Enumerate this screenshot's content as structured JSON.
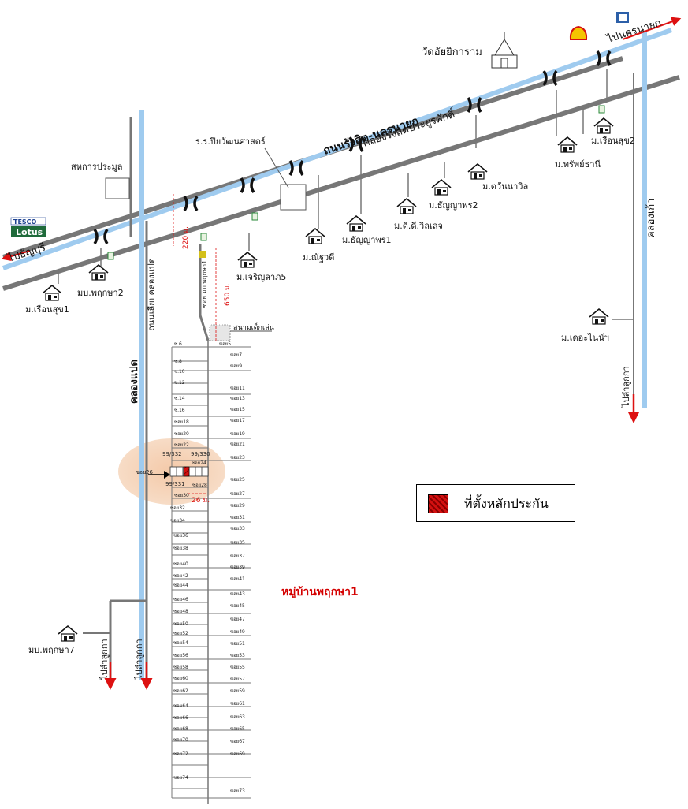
{
  "roads": {
    "main_highway": "ถนนรังสิต-นครนายก",
    "canal_main": "คลองรังสิตประยูรศักดิ์",
    "khlong_paet": "คลองแปด",
    "khlong_kao": "คลองเก้า",
    "khlong_paet_road": "ถนนเลียบคลองแปด",
    "soi_entry": "ซอย มบ.พฤกษา1"
  },
  "directions": {
    "to_nakhon_nayok": "ไปนครนายก",
    "to_thanyaburi": "ไปธัญบุรี",
    "to_lam_luk_ka_1": "ไปลำลูกกา",
    "to_lam_luk_ka_2": "ไปลำลูกกา",
    "to_lam_luk_ka_3": "ไปลำลูกกา"
  },
  "landmarks": {
    "temple": "วัดอัยยิการาม",
    "school": "ร.ร.ปิยวัฒนศาสตร์",
    "cooperative": "สหการประมูล",
    "playground": "สนามเด็กเล่น",
    "tesco_top": "TESCO",
    "tesco_bottom": "Lotus",
    "shell": "Shell"
  },
  "villages": {
    "ruen_suk1": "ม.เรือนสุข1",
    "pruksa2": "มบ.พฤกษา2",
    "charoenlap5": "ม.เจริญลาภ5",
    "nattha": "ม.ณัฐวดี",
    "thanya1": "ม.ธัญญาพร1",
    "dd_village": "ม.ดี.ดี.วิลเลจ",
    "thanya2": "ม.ธัญญาพร2",
    "tawan": "ม.ตวันนาวิล",
    "sap_thani": "ม.ทรัพย์ธานี",
    "ruen_suk2": "ม.เรือนสุข2",
    "the_nine": "ม.เดอะไนน์ฯ",
    "pruksa7": "มบ.พฤกษา7"
  },
  "distances": {
    "d220": "220 ม.",
    "d650": "650 ม.",
    "d26": "26 ม."
  },
  "plots": {
    "p332": "99/332",
    "p330": "99/330",
    "p331": "99/331",
    "soi24": "ซอย24",
    "soi26": "ซอย26"
  },
  "soi_left": [
    "ซ.6",
    "ซ.8",
    "ซ.10",
    "ซ.12",
    "ซ.14",
    "ซ.16",
    "ซอย18",
    "ซอย20",
    "ซอย22",
    "ซอย24",
    "ซอย26",
    "ซอย28",
    "ซอย30",
    "ซอย32",
    "ซอย34",
    "ซอย36",
    "ซอย38",
    "ซอย40",
    "ซอย42",
    "ซอย44",
    "ซอย46",
    "ซอย48",
    "ซอย50",
    "ซอย52",
    "ซอย54",
    "ซอย56",
    "ซอย58",
    "ซอย60",
    "ซอย62",
    "ซอย64",
    "ซอย66",
    "ซอย68",
    "ซอย70",
    "ซอย72",
    "ซอย74"
  ],
  "soi_right": [
    "ซอย5",
    "ซอย7",
    "ซอย9",
    "ซอย11",
    "ซอย13",
    "ซอย15",
    "ซอย17",
    "ซอย19",
    "ซอย21",
    "ซอย23",
    "ซอย25",
    "ซอย27",
    "ซอย29",
    "ซอย31",
    "ซอย33",
    "ซอย35",
    "ซอย37",
    "ซอย39",
    "ซอย41",
    "ซอย43",
    "ซอย45",
    "ซอย47",
    "ซอย49",
    "ซอย51",
    "ซอย53",
    "ซอย55",
    "ซอย57",
    "ซอย59",
    "ซอย61",
    "ซอย63",
    "ซอย65",
    "ซอย67",
    "ซอย69",
    "ซอย73"
  ],
  "legend": {
    "label": "ที่ตั้งหลักประกัน",
    "color": "#d41010"
  },
  "village_title": "หมู่บ้านพฤกษา1",
  "colors": {
    "road": "#777777",
    "canal": "#9fcbef",
    "arrow": "#dd1111"
  }
}
